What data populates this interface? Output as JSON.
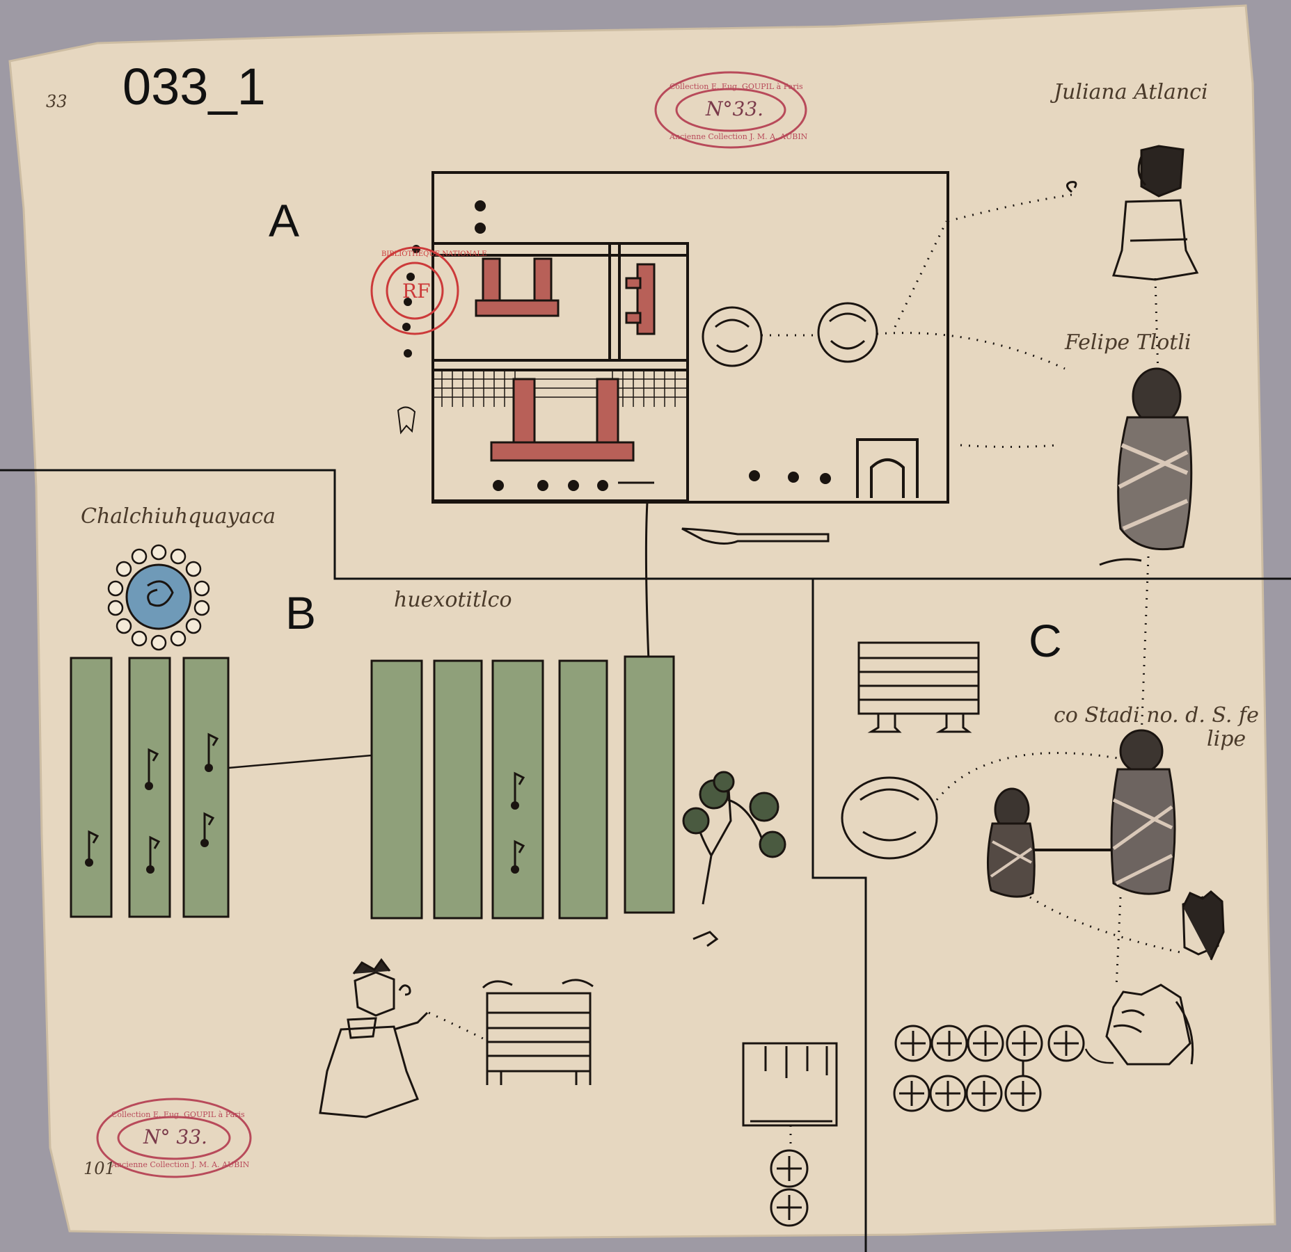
{
  "page_label": "033_1",
  "panels": [
    "A",
    "B",
    "C"
  ],
  "glosses": {
    "juliana": "Juliana Atlanci",
    "felipe": "Felipe Tlotli",
    "chalchiuh": "Chalchiuhquayaca",
    "huexotl": "huexotitlco",
    "custodia_line1": "co Stadi no. d. S. fe",
    "custodia_line2": "lipe"
  },
  "stamps": {
    "collection_line1": "Collection E. Eug. GOUPIL à Paris",
    "collection_line2": "Ancienne Collection J. M. A. AUBIN",
    "number_top": "N°33.",
    "number_bottom": "N° 33.",
    "library": "BIBLIOTHEQUE NATIONALE",
    "library_mark": "RF"
  },
  "marks": {
    "corner_top": "33",
    "corner_bottom": "101"
  },
  "colors": {
    "paper": "#e6d7c0",
    "background": "#9e9aa4",
    "field_green": "#8fa07a",
    "red_pigment": "#b86058",
    "blue_pigment": "#6f9ab8",
    "ink": "#1a1410",
    "stamp_red": "#b84a5a"
  }
}
